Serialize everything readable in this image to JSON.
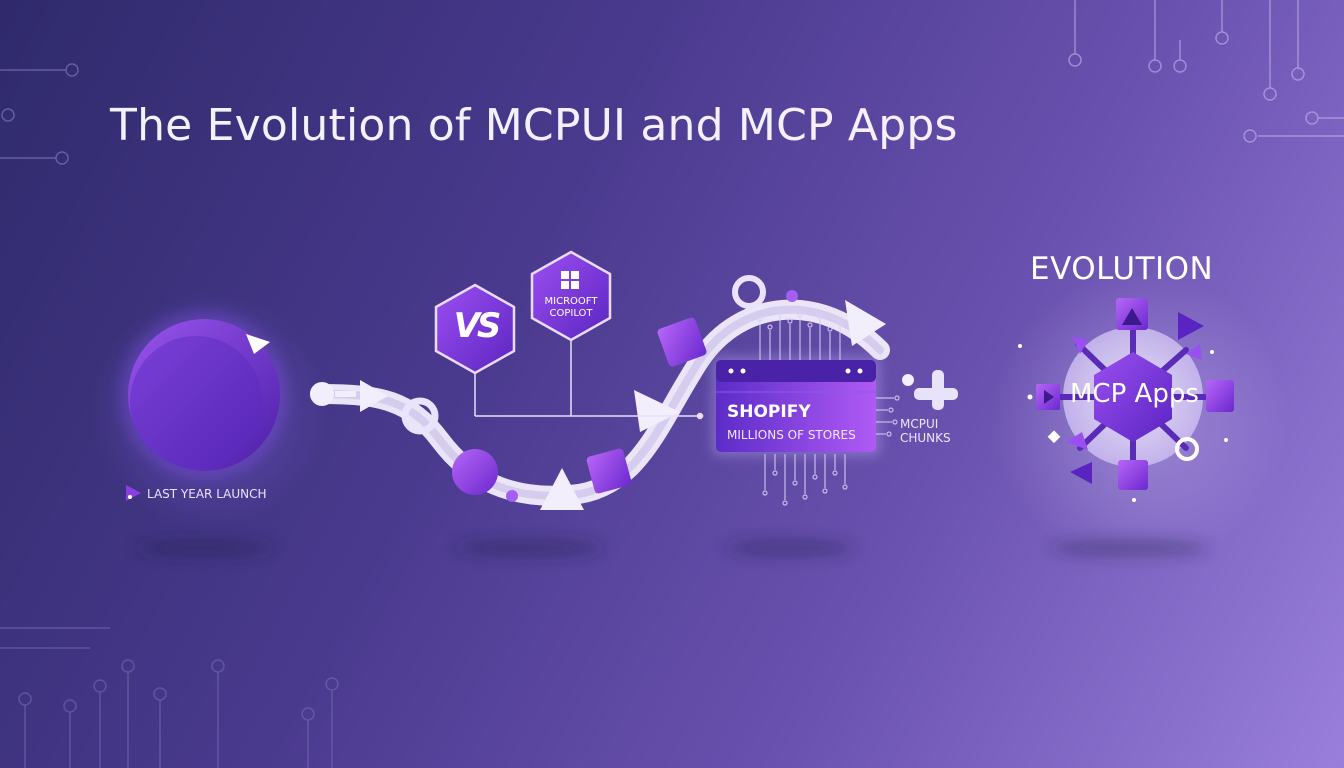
{
  "title": "The Evolution of MCPUI and MCP Apps",
  "launch": {
    "label": "LAST YEAR LAUNCH"
  },
  "partners": {
    "vs_label": "VS",
    "copilot_label_line1": "MICROOFT",
    "copilot_label_line2": "COPILOT"
  },
  "shopify": {
    "title": "SHOPIFY",
    "subtitle": "MILLIONS OF STORES"
  },
  "chunks": {
    "line1": "MCPUI",
    "line2": "CHUNKS"
  },
  "evolution": {
    "heading": "EVOLUTION",
    "hub_label": "MCP Apps"
  },
  "colors": {
    "background_start": "#2f2a6c",
    "background_end": "#9a7fdc",
    "accent_purple": "#8a3fe0",
    "accent_violet": "#6a2fc4",
    "track_white": "#f2eefc"
  },
  "icons": {
    "launch": "play-triangle-icon",
    "copilot": "grid-windows-icon",
    "plus": "plus-icon"
  }
}
